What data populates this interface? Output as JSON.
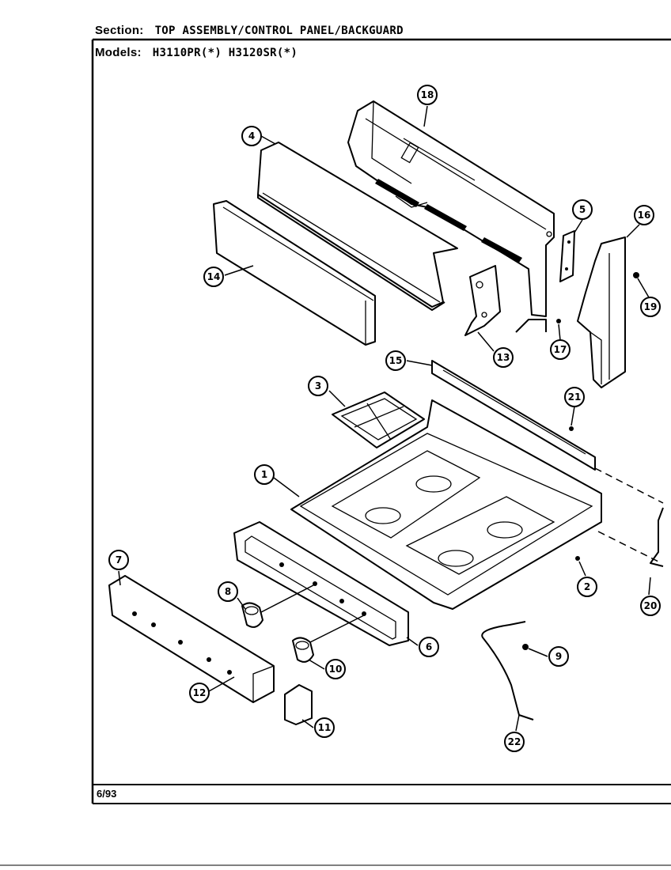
{
  "header": {
    "section_label": "Section:",
    "section_value": "TOP ASSEMBLY/CONTROL PANEL/BACKGUARD",
    "models_label": "Models:",
    "models_value": "H3110PR(*)   H3120SR(*)"
  },
  "footer": {
    "date": "6/93"
  },
  "callouts": [
    "1",
    "2",
    "3",
    "4",
    "5",
    "6",
    "7",
    "8",
    "9",
    "10",
    "11",
    "12",
    "13",
    "14",
    "15",
    "16",
    "17",
    "18",
    "19",
    "20",
    "21",
    "22"
  ]
}
